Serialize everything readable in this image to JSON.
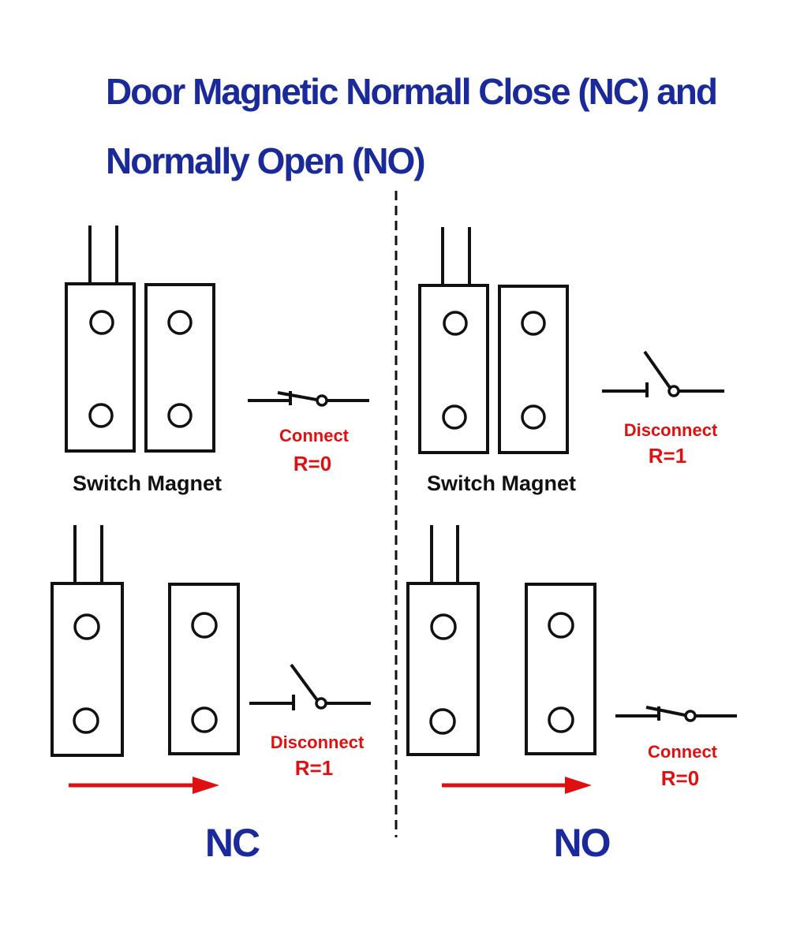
{
  "title": {
    "line1": "Door Magnetic Normall Close (NC) and",
    "line2": "Normally Open (NO)"
  },
  "panels": {
    "nc": {
      "label": "NC",
      "closed_label": "Switch Magnet",
      "closed_state": "Connect",
      "closed_r": "R=0",
      "open_state": "Disconnect",
      "open_r": "R=1"
    },
    "no": {
      "label": "NO",
      "closed_label": "Switch Magnet",
      "closed_state": "Disconnect",
      "closed_r": "R=1",
      "open_state": "Connect",
      "open_r": "R=0"
    }
  },
  "colors": {
    "title": "#1a2a9a",
    "state_text": "#e01010",
    "arrow": "#e01010",
    "outline": "#111111"
  }
}
